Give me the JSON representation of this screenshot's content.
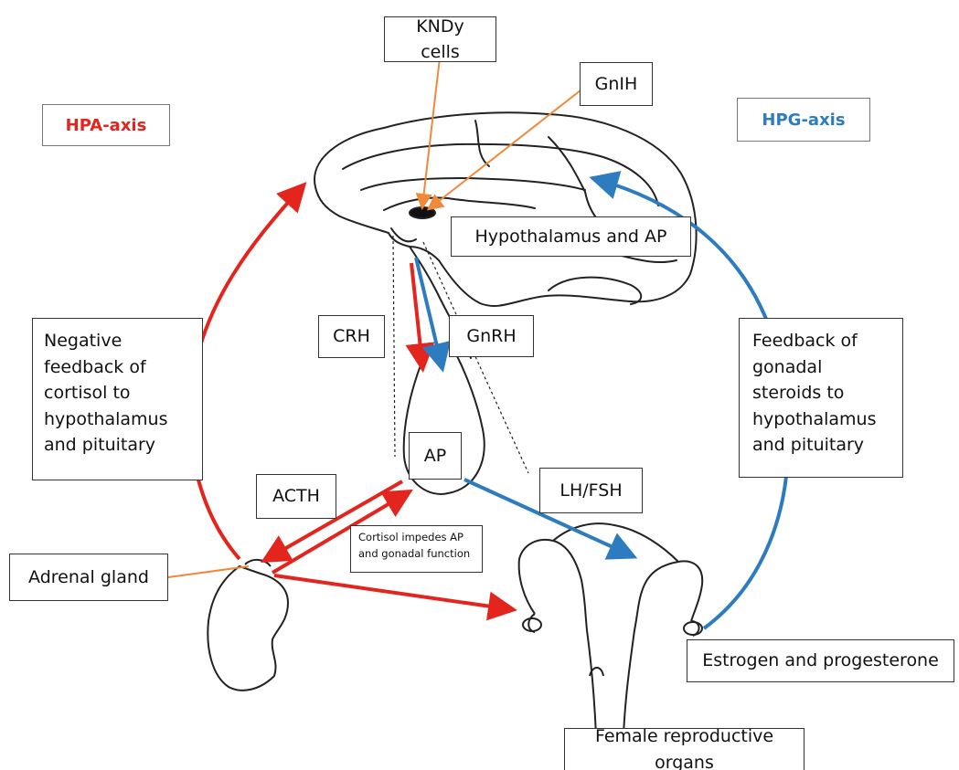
{
  "colors": {
    "hpa_red": "#e3251e",
    "hpg_blue": "#2e7cc0",
    "pointer_orange": "#f0893a",
    "outline": "#222222"
  },
  "labels": {
    "kndy": "KNDy cells",
    "gnih": "GnIH",
    "hpa_axis": "HPA-axis",
    "hpg_axis": "HPG-axis",
    "hypothalamus_ap": "Hypothalamus and AP",
    "crh": "CRH",
    "gnrh": "GnRH",
    "negative_feedback": "Negative feedback of cortisol to hypothalamus and pituitary",
    "gonadal_feedback": "Feedback of gonadal steroids to hypothalamus and pituitary",
    "ap": "AP",
    "acth": "ACTH",
    "lh_fsh": "LH/FSH",
    "cortisol_impedes": "Cortisol impedes AP and gonadal function",
    "adrenal_gland": "Adrenal gland",
    "estrogen_progesterone": "Estrogen and progesterone",
    "female_organs": "Female reproductive organs"
  },
  "icons": [
    "brain-illustration",
    "pituitary-illustration",
    "adrenal-gland-illustration",
    "uterus-illustration"
  ]
}
